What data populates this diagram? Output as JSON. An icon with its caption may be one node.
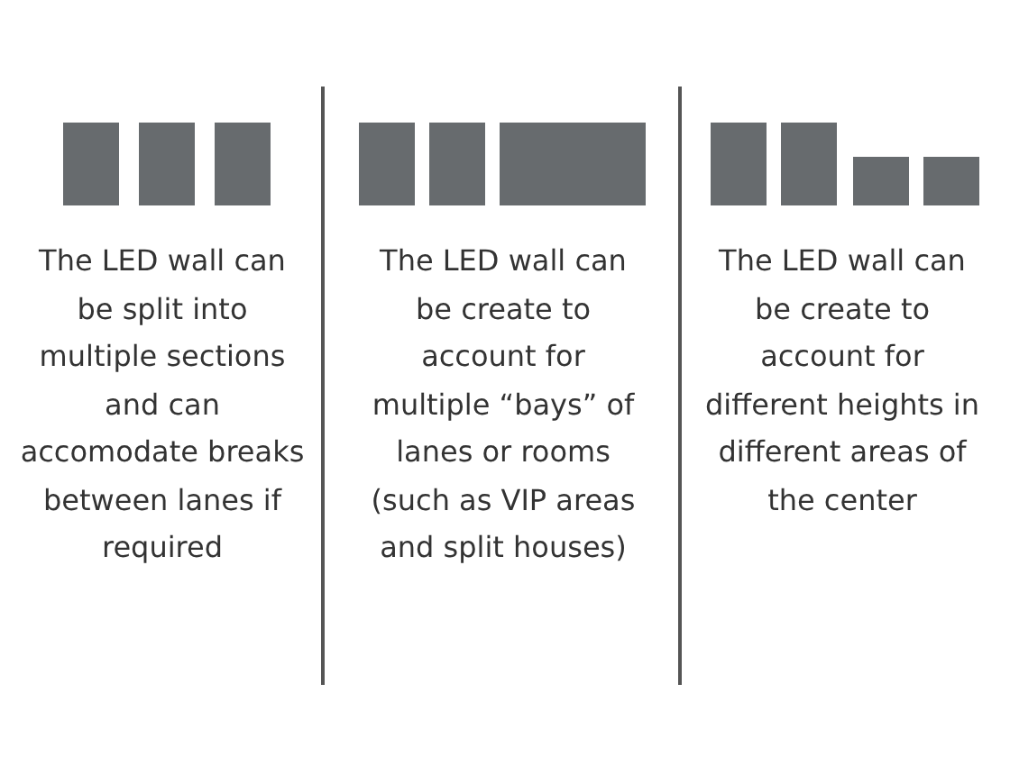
{
  "diagram": {
    "labels": [
      "The LED wall can be split into multiple sections and can accomodate breaks between lanes if required",
      "The LED wall can be create to account for multiple “bays” of lanes or rooms (such as VIP areas and split houses)",
      "The LED wall can be create to account for different heights in different areas of the center"
    ]
  }
}
